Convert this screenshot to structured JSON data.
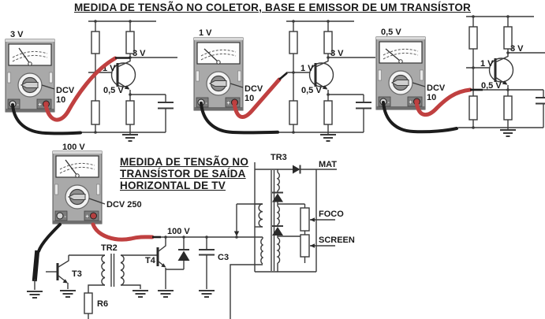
{
  "titles": {
    "top": "MEDIDA DE TENSÃO NO COLETOR, BASE E EMISSOR DE UM TRANSÍSTOR",
    "bottom_line1": "MEDIDA DE TENSÃO NO",
    "bottom_line2": "TRANSÍSTOR DE SAÍDA",
    "bottom_line3": "HORIZONTAL DE TV"
  },
  "meters": [
    {
      "reading": "3 V",
      "range_line1": "DCV",
      "range_line2": "10",
      "minus": "-",
      "plus": "+"
    },
    {
      "reading": "1 V",
      "range_line1": "DCV",
      "range_line2": "10",
      "minus": "-",
      "plus": "+"
    },
    {
      "reading": "0,5 V",
      "range_line1": "DCV",
      "range_line2": "10",
      "minus": "-",
      "plus": "+"
    },
    {
      "reading": "100 V",
      "range_line1": "DCV 250",
      "minus": "-",
      "plus": "+"
    }
  ],
  "transistor_circuits": [
    {
      "collector": "3 V",
      "base": "1 V",
      "emitter": "0,5 V",
      "probe_point": "collector"
    },
    {
      "collector": "3 V",
      "base": "1 V",
      "emitter": "0,5 V",
      "probe_point": "base"
    },
    {
      "collector": "3 V",
      "base": "1 V",
      "emitter": "0,5 V",
      "probe_point": "emitter"
    }
  ],
  "tv_circuit": {
    "rail_voltage": "100 V",
    "t3": "T3",
    "t4": "T4",
    "tr2": "TR2",
    "tr3": "TR3",
    "r6": "R6",
    "c3": "C3",
    "mat": "MAT",
    "foco": "FOCO",
    "screen": "SCREEN"
  },
  "colors": {
    "wire": "#3a3a3a",
    "probe_red": "#c04040",
    "probe_black": "#1c1c1c",
    "meter_body": "#a9a9a9"
  }
}
